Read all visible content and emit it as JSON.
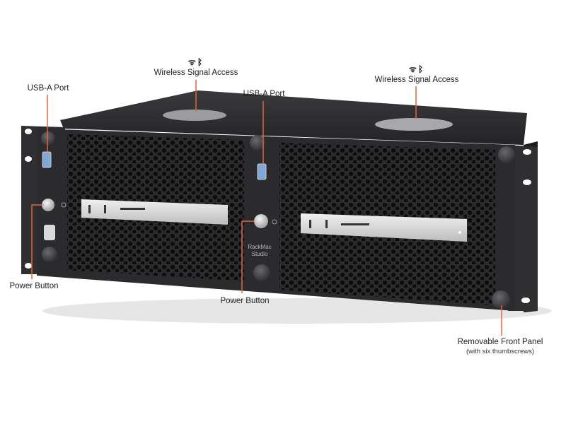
{
  "callouts": {
    "usb_left": "USB-A Port",
    "usb_center": "USB-A Port",
    "wireless_left": "Wireless Signal Access",
    "wireless_right": "Wireless Signal Access",
    "power_left": "Power Button",
    "power_center": "Power Button",
    "front_panel": "Removable Front Panel",
    "front_panel_note": "(with six thumbscrews)"
  },
  "icons": {
    "wireless": "wifi-icon",
    "bluetooth": "bluetooth-icon",
    "wifi_glyph": "ᯤ",
    "bt_glyph": "ᛒ"
  },
  "device": {
    "brand_line1": "RackMac",
    "brand_line2": "Studio"
  },
  "colors": {
    "callout": "#e0673f",
    "chassis": "#2b2b2d",
    "silver": "#d8d8d8"
  }
}
